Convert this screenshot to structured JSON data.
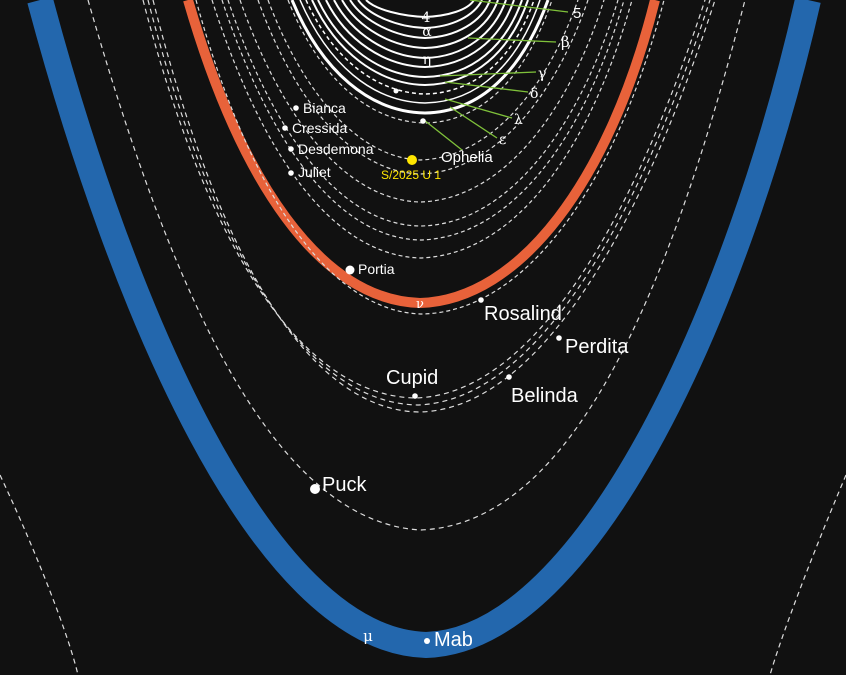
{
  "diagram": {
    "subject": "Uranus ring and inner moon system (edge-on view, lower half)",
    "background_color": "#111111",
    "colors": {
      "mu_ring": "#2367ad",
      "nu_ring": "#e8623a",
      "inner_rings": "#ffffff",
      "leader_lines": "#7fc13a",
      "new_moon": "#ffe600",
      "orbits": "#dddddd"
    },
    "rings": {
      "inner_labels": [
        "4",
        "α",
        "η"
      ],
      "pointer_labels": [
        "5",
        "β",
        "γ",
        "δ",
        "λ",
        "ε"
      ],
      "nu": "ν",
      "mu": "μ"
    },
    "moons": {
      "bianca": "Bianca",
      "cressida": "Cressida",
      "desdemona": "Desdemona",
      "juliet": "Juliet",
      "ophelia": "Ophelia",
      "new_moon": "S/2025 U 1",
      "portia": "Portia",
      "rosalind": "Rosalind",
      "perdita": "Perdita",
      "cupid": "Cupid",
      "belinda": "Belinda",
      "puck": "Puck",
      "mab": "Mab"
    }
  }
}
